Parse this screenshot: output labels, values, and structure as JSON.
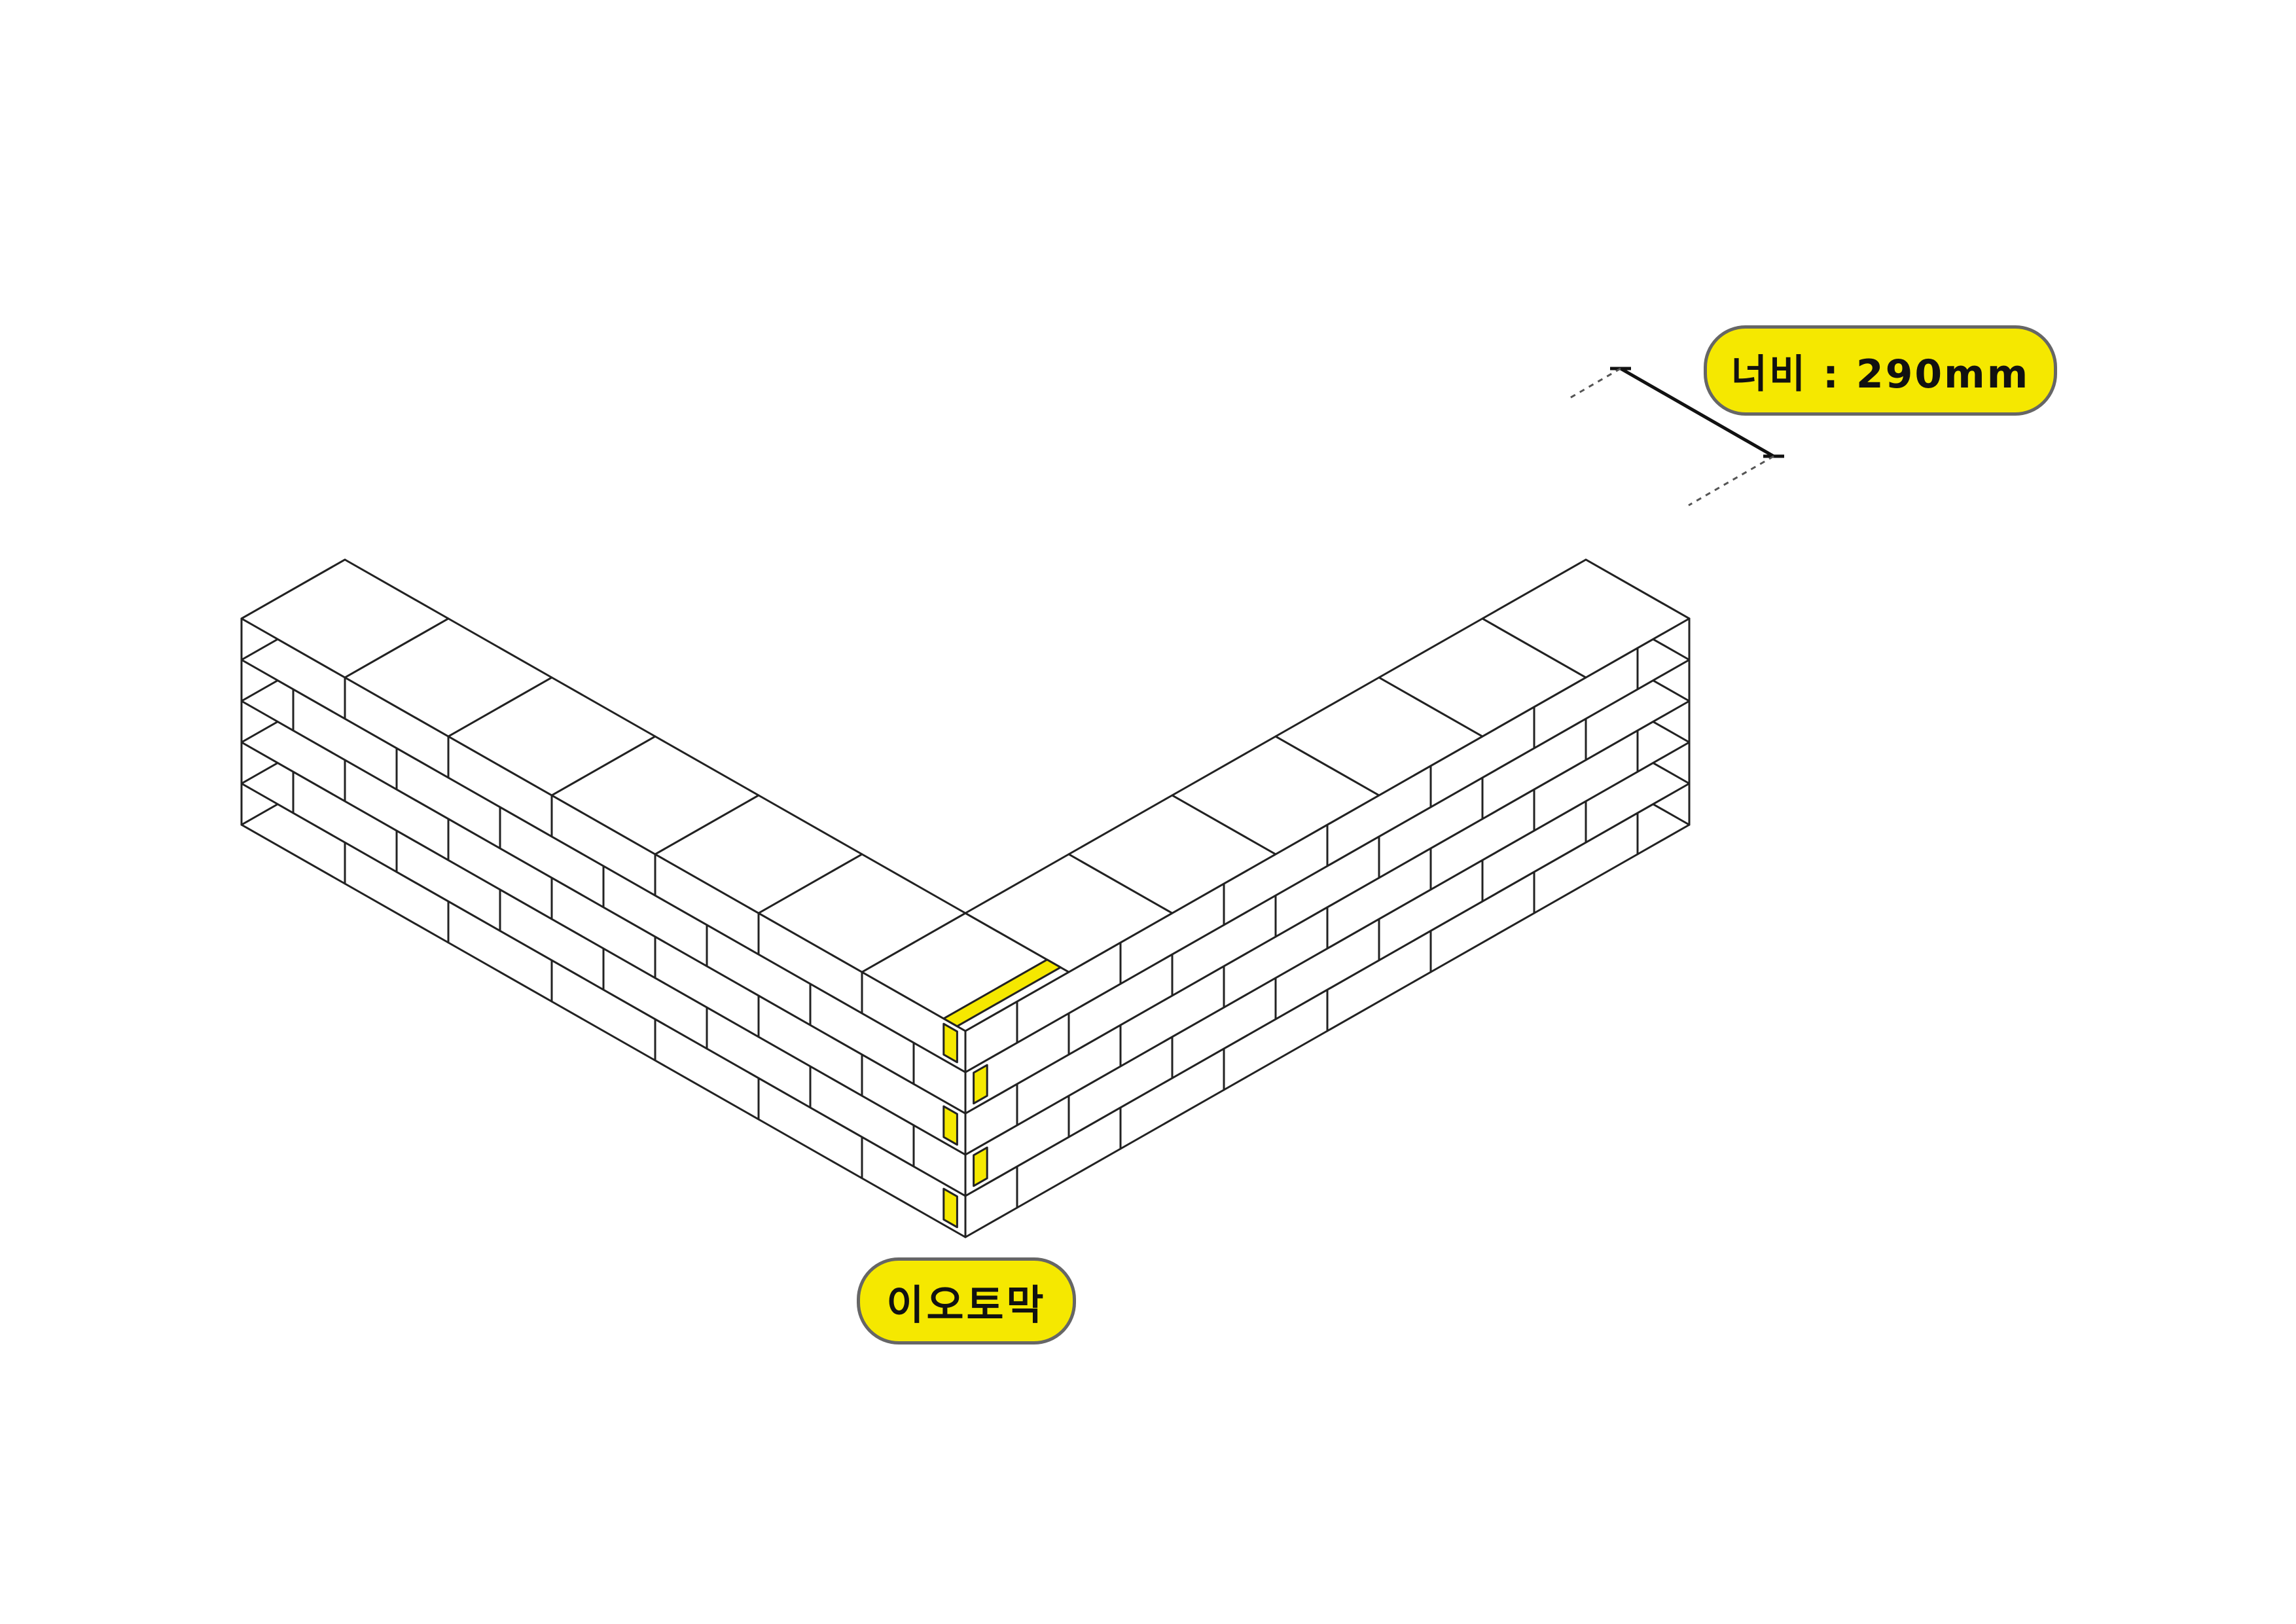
{
  "diagram": {
    "type": "brick-wall-corner",
    "courses": 5,
    "highlight_color": "#f5e800",
    "brick_fill": "#ffffff",
    "line_color": "#222222"
  },
  "labels": {
    "width_label": "너비 : 290mm",
    "corner_label": "이오토막"
  }
}
